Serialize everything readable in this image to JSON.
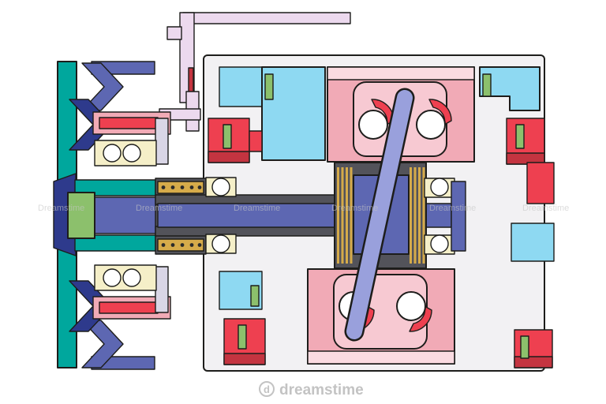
{
  "colors": {
    "outline": "#1d1d1b",
    "housing": "#f2f1f3",
    "teal": "#00a79d",
    "green": "#8cc06c",
    "navy": "#2e3a8c",
    "slate": "#5d67b2",
    "periwinkle": "#99a0dc",
    "lavender": "#ecd9ee",
    "pink": "#f1aab6",
    "lightpink": "#f7c9d2",
    "palepink": "#fadbe1",
    "red": "#ee4050",
    "darkred": "#c43440",
    "cream": "#f5efc8",
    "gold": "#d6ab4a",
    "darkgray": "#53535a",
    "cyan": "#8ed9f2",
    "steel": "#d9d6e6",
    "watermark": "#c6c6c6",
    "brand": "#b9b9b9",
    "white": "#ffffff",
    "dot": "#2b2b2b"
  },
  "watermark": {
    "tile_text": "Dreamstime",
    "brand_initial": "d",
    "brand_text": "dreamstime"
  }
}
